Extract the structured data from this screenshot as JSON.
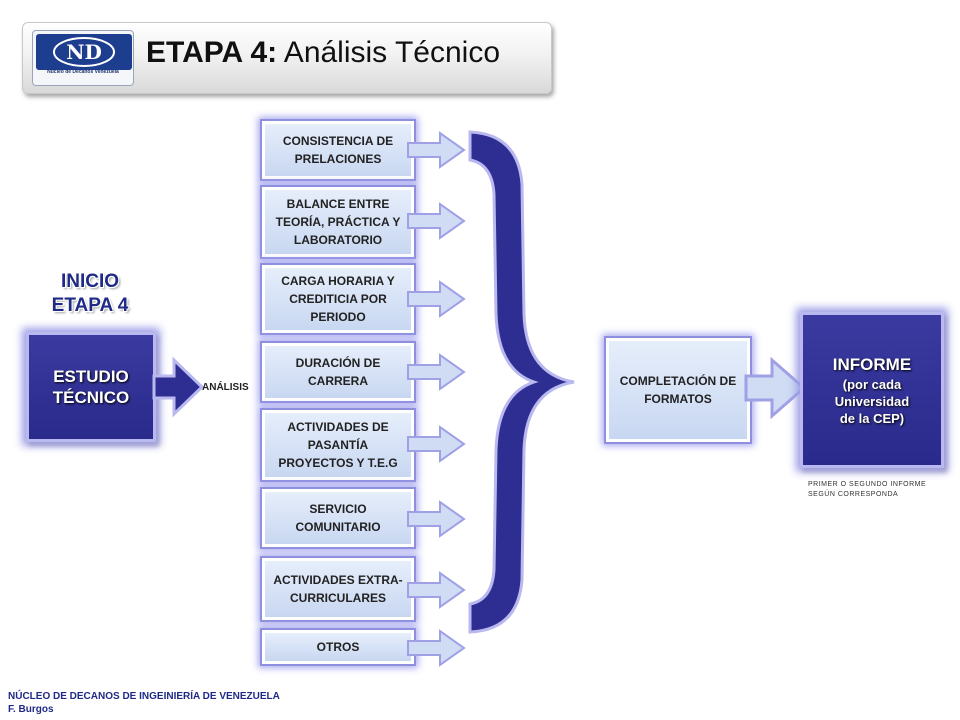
{
  "header": {
    "logo_text": "ND",
    "logo_caption": "Núcleo de Decanos Venezuela",
    "title_bold": "ETAPA 4:",
    "title_rest": " Análisis Técnico"
  },
  "inicio": {
    "line1": "INICIO",
    "line2": "ETAPA 4"
  },
  "estudio": {
    "line1": "ESTUDIO",
    "line2": "TÉCNICO"
  },
  "analisis_label": "ANÁLISIS",
  "categories": [
    {
      "text": "CONSISTENCIA DE PRELACIONES"
    },
    {
      "text": "BALANCE ENTRE TEORÍA, PRÁCTICA Y LABORATORIO"
    },
    {
      "text": "CARGA HORARIA Y CREDITICIA POR PERIODO"
    },
    {
      "text": "DURACIÓN DE CARRERA"
    },
    {
      "text": "ACTIVIDADES DE PASANTÍA PROYECTOS Y T.E.G"
    },
    {
      "text": "SERVICIO COMUNITARIO"
    },
    {
      "text": "ACTIVIDADES EXTRA-CURRICULARES"
    },
    {
      "text": "OTROS"
    }
  ],
  "completacion": "COMPLETACIÓN DE FORMATOS",
  "informe": {
    "title": "INFORME",
    "line1": "(por cada",
    "line2": "Universidad",
    "line3": "de la CEP)"
  },
  "informe_note": "PRIMER O SEGUNDO INFORME SEGÚN CORRESPONDA",
  "footer": {
    "line1": "NÚCLEO DE DECANOS DE INGEINIERÍA DE VENEZUELA",
    "line2": "F. Burgos"
  },
  "colors": {
    "dark_blue": "#2e2e92",
    "light_box": "#d6e2f6",
    "glow": "#a9a9f0"
  }
}
